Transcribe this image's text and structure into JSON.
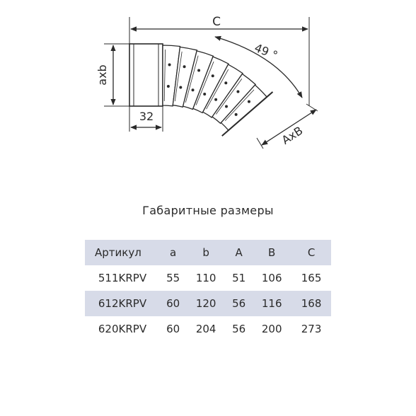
{
  "drawing": {
    "label_c": "C",
    "label_angle": "49 °",
    "label_axb": "axb",
    "label_32": "32",
    "label_AxB": "AxB"
  },
  "title": "Габаритные размеры",
  "table": {
    "headers": [
      "Артикул",
      "a",
      "b",
      "A",
      "B",
      "C"
    ],
    "rows": [
      [
        "511KRPV",
        "55",
        "110",
        "51",
        "106",
        "165"
      ],
      [
        "612KRPV",
        "60",
        "120",
        "56",
        "116",
        "168"
      ],
      [
        "620KRPV",
        "60",
        "204",
        "56",
        "200",
        "273"
      ]
    ]
  }
}
